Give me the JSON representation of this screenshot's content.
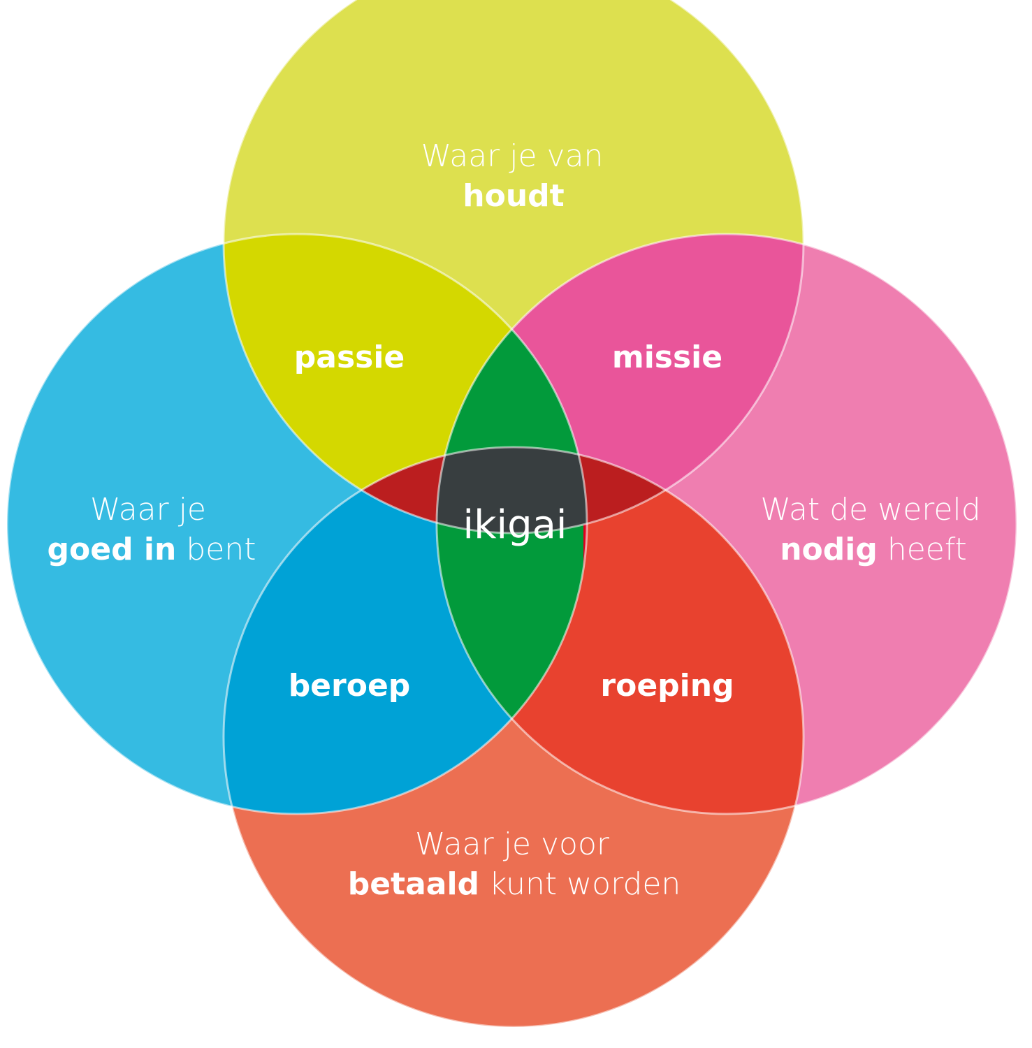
{
  "diagram": {
    "center_label": "ikigai",
    "circles": {
      "top": {
        "line1": "Waar je van",
        "line2_bold": "houdt",
        "line2_rest": "",
        "color": "#dde04f"
      },
      "left": {
        "line1": "Waar je",
        "line2_bold": "goed in",
        "line2_rest": " bent",
        "color": "#35bbe2"
      },
      "right": {
        "line1": "Wat de wereld",
        "line2_bold": "nodig",
        "line2_rest": " heeft",
        "color": "#ef7eb0"
      },
      "bottom": {
        "line1": "Waar je voor",
        "line2_bold": "betaald",
        "line2_rest": " kunt worden",
        "color": "#ec6f52"
      }
    },
    "zones": {
      "passie": {
        "label": "passie",
        "color": "#d4d800"
      },
      "missie": {
        "label": "missie",
        "color": "#e9559a"
      },
      "beroep": {
        "label": "beroep",
        "color": "#00a2d6"
      },
      "roeping": {
        "label": "roeping",
        "color": "#e8422f"
      }
    },
    "lens_colors": {
      "top": "#bb1e1f",
      "left": "#029a3b",
      "right": "#df011e",
      "bottom": "#1b4a5a",
      "center": "#383e40"
    }
  }
}
